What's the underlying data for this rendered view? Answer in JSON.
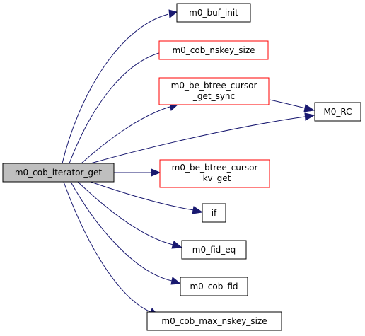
{
  "graph": {
    "root": {
      "label": "m0_cob_iterator_get"
    },
    "callees": [
      {
        "id": "buf_init",
        "label_lines": [
          "m0_buf_init"
        ],
        "border": "black"
      },
      {
        "id": "nskey_size",
        "label_lines": [
          "m0_cob_nskey_size"
        ],
        "border": "red"
      },
      {
        "id": "get_sync",
        "label_lines": [
          "m0_be_btree_cursor",
          "_get_sync"
        ],
        "border": "red"
      },
      {
        "id": "m0_rc",
        "label_lines": [
          "M0_RC"
        ],
        "border": "black"
      },
      {
        "id": "kv_get",
        "label_lines": [
          "m0_be_btree_cursor",
          "_kv_get"
        ],
        "border": "red"
      },
      {
        "id": "if",
        "label_lines": [
          "if"
        ],
        "border": "black"
      },
      {
        "id": "fid_eq",
        "label_lines": [
          "m0_fid_eq"
        ],
        "border": "black"
      },
      {
        "id": "cob_fid",
        "label_lines": [
          "m0_cob_fid"
        ],
        "border": "black"
      },
      {
        "id": "max_nskey",
        "label_lines": [
          "m0_cob_max_nskey_size"
        ],
        "border": "black"
      }
    ]
  },
  "colors": {
    "root_fill": "#bfbfbf",
    "edge": "#191970",
    "border_black": "#000000",
    "border_red": "#ff0000"
  }
}
